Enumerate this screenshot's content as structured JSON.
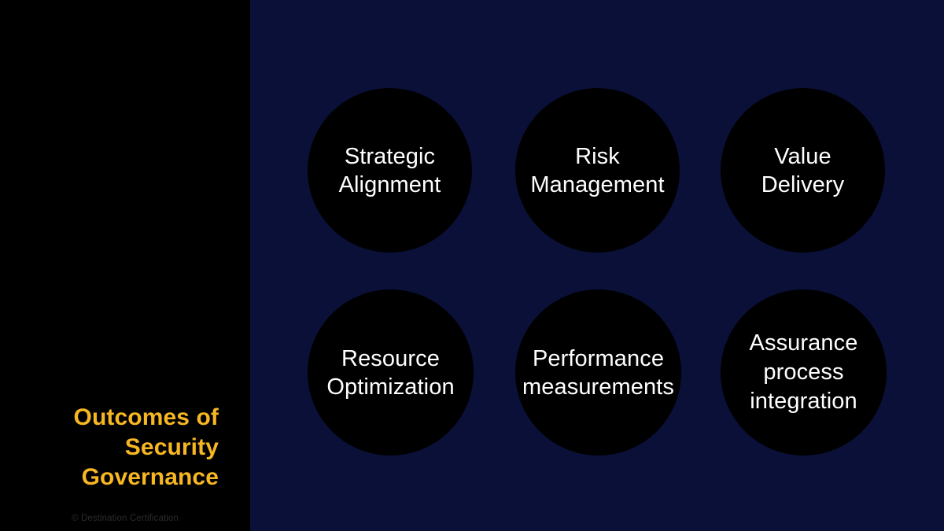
{
  "slide": {
    "background_color": "#0a1038",
    "panel_color": "#000000",
    "accent_color": "#f7b723",
    "bubble_color": "#000000",
    "bubble_text_color": "#ffffff"
  },
  "title": {
    "lines": [
      "Outcomes of",
      "Security",
      "Governance"
    ],
    "full_text": "Outcomes of Security Governance"
  },
  "footer": {
    "copyright": "© Destination Certification"
  },
  "bubbles": [
    {
      "name": "strategic-alignment",
      "lines": [
        "Strategic",
        "Alignment"
      ],
      "full_text": "Strategic Alignment"
    },
    {
      "name": "risk-management",
      "lines": [
        "Risk",
        "Management"
      ],
      "full_text": "Risk Management"
    },
    {
      "name": "value-delivery",
      "lines": [
        "Value",
        "Delivery"
      ],
      "full_text": "Value Delivery"
    },
    {
      "name": "resource-optimization",
      "lines": [
        "Resource",
        "Optimization"
      ],
      "full_text": "Resource Optimization"
    },
    {
      "name": "performance-measurements",
      "lines": [
        "Performance",
        "measurements"
      ],
      "full_text": "Performance measurements"
    },
    {
      "name": "assurance-process-integration",
      "lines": [
        "Assurance",
        "process",
        "integration"
      ],
      "full_text": "Assurance process integration"
    }
  ]
}
